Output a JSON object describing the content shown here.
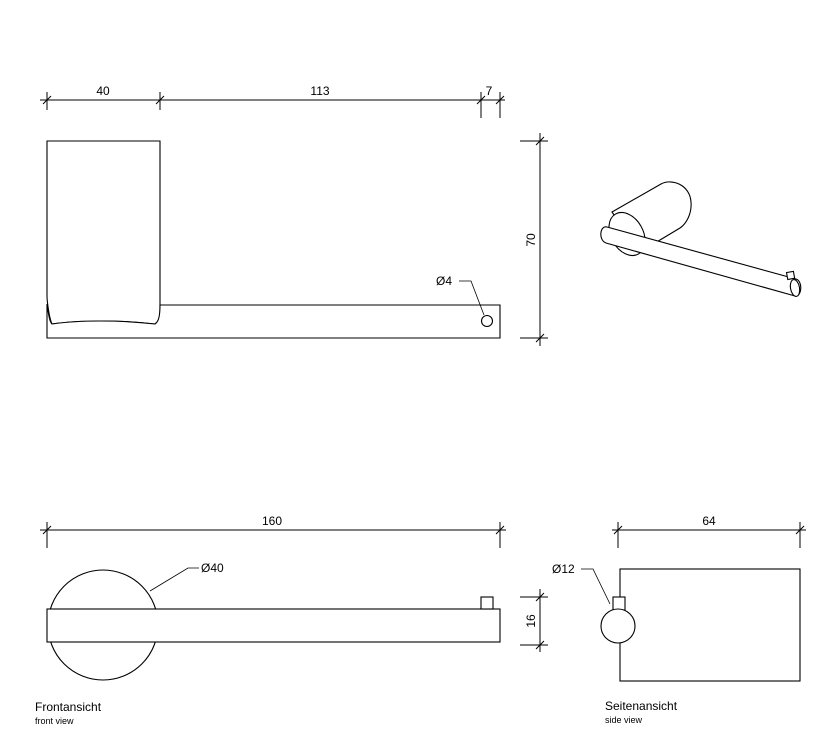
{
  "dimensions": {
    "top_width_1": "40",
    "top_width_2": "113",
    "top_width_3": "7",
    "height_70": "70",
    "hole_dia": "Ø4",
    "front_width": "160",
    "rosette_dia": "Ø40",
    "bar_height": "16",
    "side_depth": "64",
    "side_dia": "Ø12"
  },
  "captions": {
    "front_de": "Frontansicht",
    "front_en": "front view",
    "side_de": "Seitenansicht",
    "side_en": "side view"
  }
}
